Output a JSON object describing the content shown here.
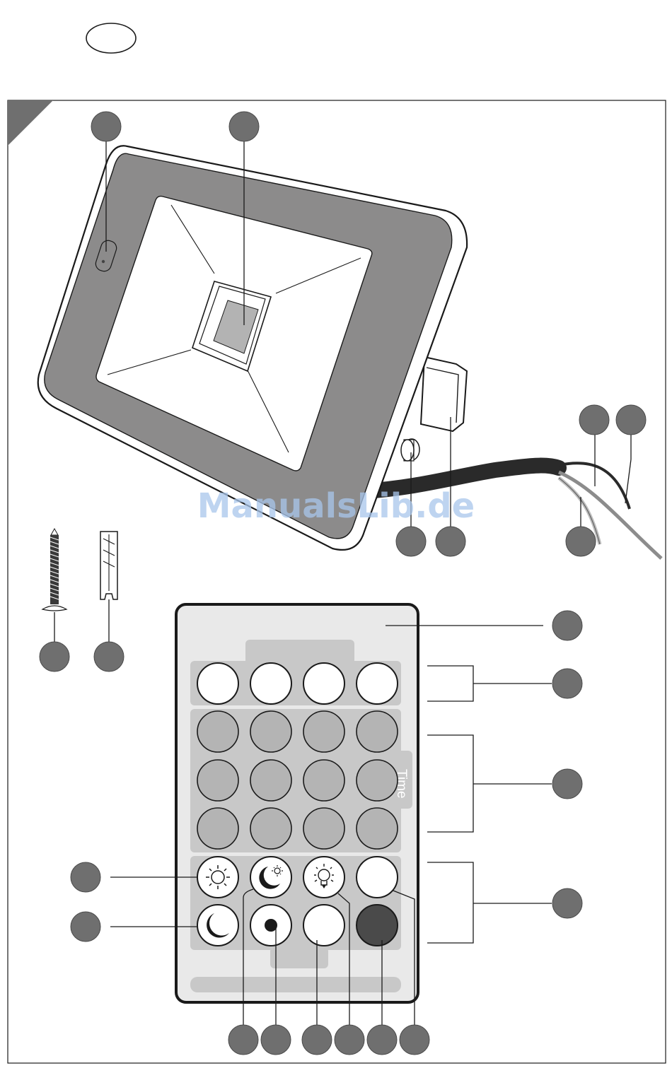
{
  "watermark": "ManualsLib.de",
  "remote": {
    "time_label": "Time"
  },
  "colors": {
    "callout": "#6f6f6f",
    "frame": "#8c8b8b",
    "remote_body": "#e9e9e9",
    "button_panel": "#c8c8c8",
    "grey_button": "#b4b4b4",
    "dark_button": "#4a4a4a"
  },
  "icons": [
    "language-code-oval",
    "corner-triangle",
    "screw-icon",
    "wall-plug-icon",
    "sun-icon",
    "moon-sun-icon",
    "bulb-icon",
    "moon-icon",
    "dot-icon"
  ]
}
